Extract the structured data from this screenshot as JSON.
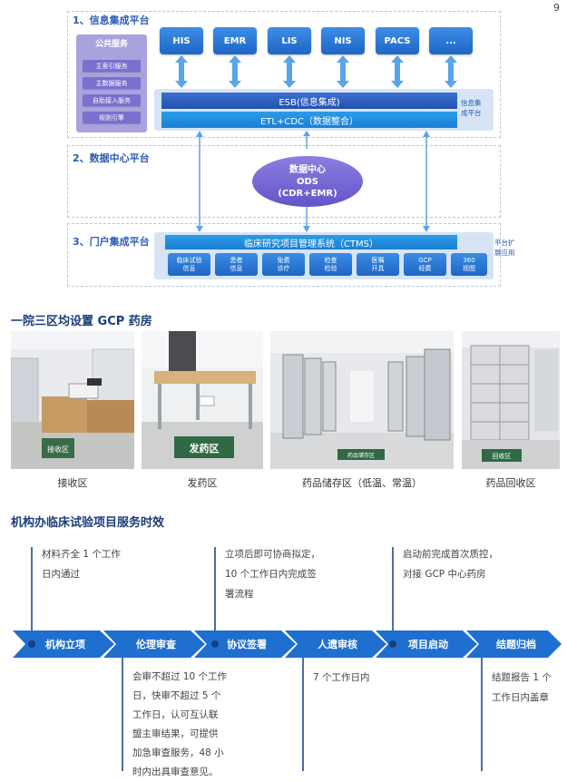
{
  "page_number": "9",
  "architecture": {
    "section1": "1、信息集成平台",
    "section2": "2、数据中心平台",
    "section3": "3、门户集成平台",
    "systems": [
      "HIS",
      "EMR",
      "LIS",
      "NIS",
      "PACS",
      "..."
    ],
    "public_services": {
      "title": "公共服务",
      "items": [
        "主索引服务",
        "主数据服务",
        "自助接入服务",
        "规则引擎"
      ]
    },
    "esb": "ESB(信息集成)",
    "etl": "ETL+CDC（数据整合）",
    "integration_label": "信息集\n成平台",
    "datacenter": [
      "数据中心",
      "ODS",
      "(CDR+EMR)"
    ],
    "ctms": "临床研究项目管理系统（CTMS）",
    "modules": [
      "临床试验\n信息",
      "患者\n信息",
      "免费\n诊疗",
      "检查\n检验",
      "医嘱\n开具",
      "GCP\n经费",
      "360\n视图"
    ],
    "ext_label": "平台扩\n展应用"
  },
  "pharmacy": {
    "heading": "一院三区均设置 GCP 药房",
    "captions": [
      "接收区",
      "发药区",
      "药品储存区（低温、常温）",
      "药品回收区"
    ],
    "signs": [
      "接收区",
      "发药区",
      "药品储存区",
      "回收区"
    ]
  },
  "timeline": {
    "heading": "机构办临床试验项目服务时效",
    "top_notes": [
      "材料齐全 1 个工作\n日内通过",
      "立项后即可协商拟定，\n10 个工作日内完成签\n署流程",
      "启动前完成首次质控，\n对接 GCP 中心药房"
    ],
    "steps": [
      "机构立项",
      "伦理审查",
      "协议签署",
      "人遗审核",
      "项目启动",
      "结题归档"
    ],
    "bottom_notes": [
      "会审不超过 10 个工作\n日，快审不超过 5 个\n工作日，认可互认联\n盟主审结果，可提供\n加急审查服务，48 小\n时内出具审查意见。",
      "7 个工作日内",
      "结题报告 1 个\n工作日内盖章"
    ]
  },
  "colors": {
    "primary": "#1e6fd1",
    "dark_blue": "#1c3e79",
    "purple": "#7b6fd0",
    "line": "#4a6fa5"
  }
}
